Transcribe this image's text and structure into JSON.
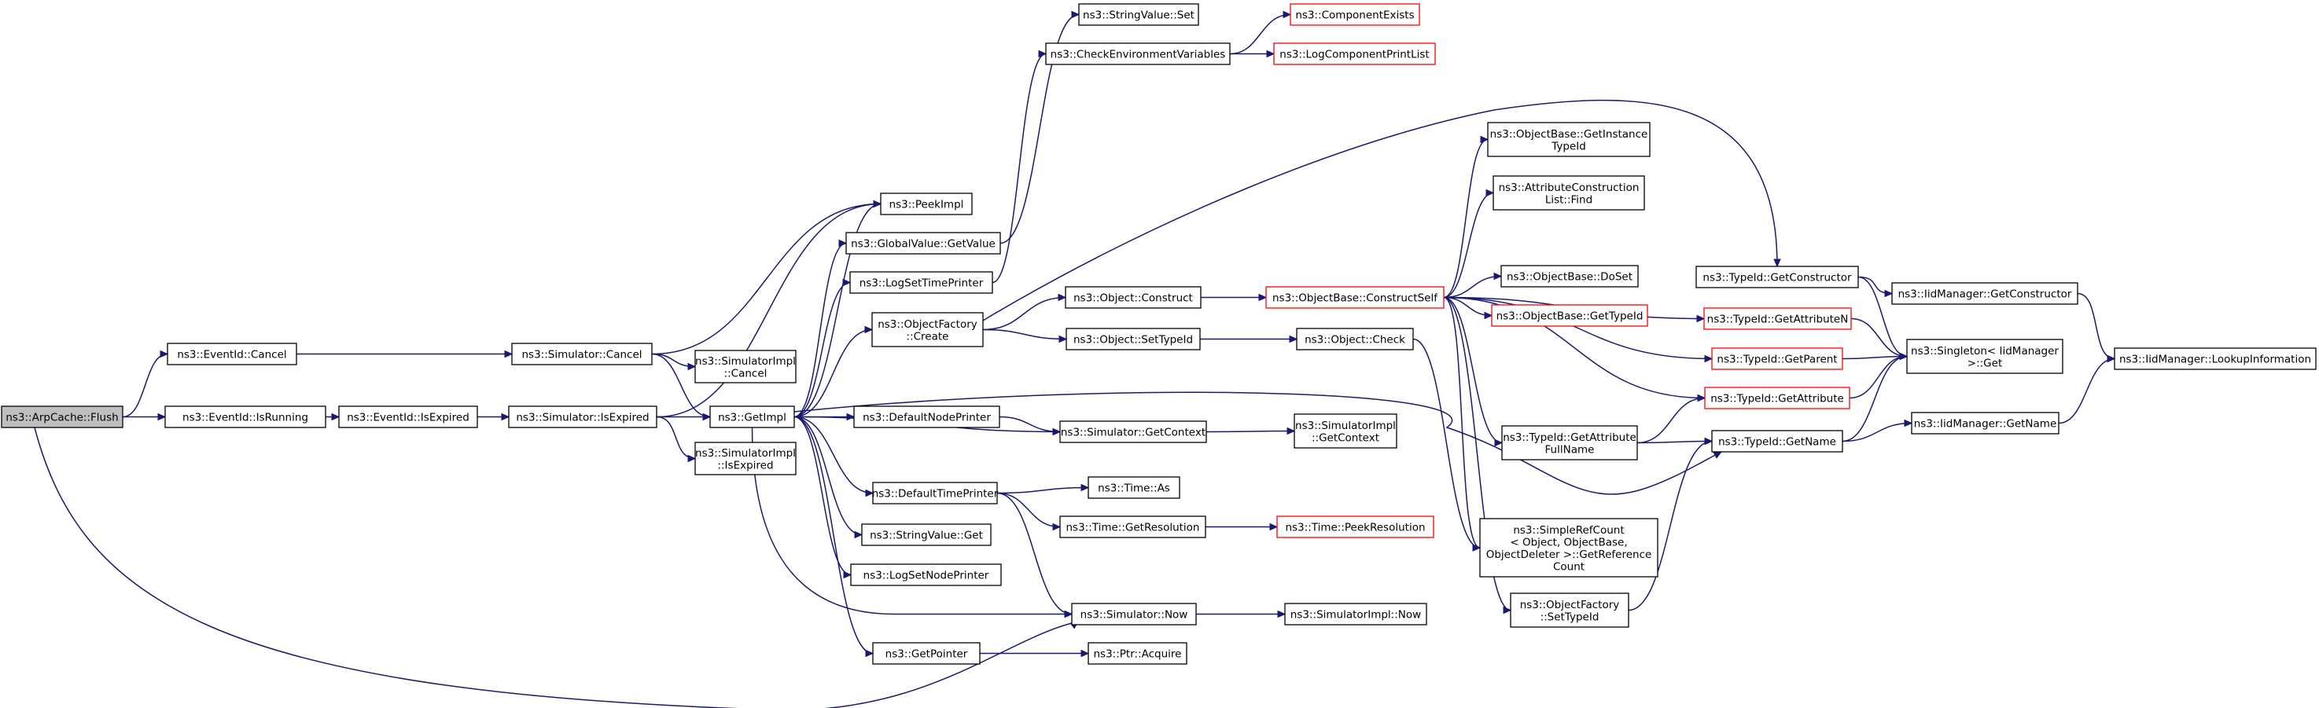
{
  "graph": {
    "nodes": [
      {
        "id": "flush",
        "lines": [
          "ns3::ArpCache::Flush"
        ],
        "style": "root"
      },
      {
        "id": "cancel",
        "lines": [
          "ns3::EventId::Cancel"
        ],
        "style": "normal"
      },
      {
        "id": "isrunning",
        "lines": [
          "ns3::EventId::IsRunning"
        ],
        "style": "normal"
      },
      {
        "id": "isexpired",
        "lines": [
          "ns3::EventId::IsExpired"
        ],
        "style": "normal"
      },
      {
        "id": "simcancel",
        "lines": [
          "ns3::Simulator::Cancel"
        ],
        "style": "normal"
      },
      {
        "id": "simisexpired",
        "lines": [
          "ns3::Simulator::IsExpired"
        ],
        "style": "normal"
      },
      {
        "id": "simimplcancel",
        "lines": [
          "ns3::SimulatorImpl",
          "::Cancel"
        ],
        "style": "normal"
      },
      {
        "id": "getimpl",
        "lines": [
          "ns3::GetImpl"
        ],
        "style": "normal"
      },
      {
        "id": "simimplisexpired",
        "lines": [
          "ns3::SimulatorImpl",
          "::IsExpired"
        ],
        "style": "normal"
      },
      {
        "id": "peekimpl",
        "lines": [
          "ns3::PeekImpl"
        ],
        "style": "normal"
      },
      {
        "id": "globalvalue",
        "lines": [
          "ns3::GlobalValue::GetValue"
        ],
        "style": "normal"
      },
      {
        "id": "logsettimeprinter",
        "lines": [
          "ns3::LogSetTimePrinter"
        ],
        "style": "normal"
      },
      {
        "id": "objfactorycreate",
        "lines": [
          "ns3::ObjectFactory",
          "::Create"
        ],
        "style": "normal"
      },
      {
        "id": "defaultnodeprinter",
        "lines": [
          "ns3::DefaultNodePrinter"
        ],
        "style": "normal"
      },
      {
        "id": "defaulttimeprinter",
        "lines": [
          "ns3::DefaultTimePrinter"
        ],
        "style": "normal"
      },
      {
        "id": "stringvalueget",
        "lines": [
          "ns3::StringValue::Get"
        ],
        "style": "normal"
      },
      {
        "id": "logsetnodeprinter",
        "lines": [
          "ns3::LogSetNodePrinter"
        ],
        "style": "normal"
      },
      {
        "id": "getpointer",
        "lines": [
          "ns3::GetPointer"
        ],
        "style": "normal"
      },
      {
        "id": "stringvalueset",
        "lines": [
          "ns3::StringValue::Set"
        ],
        "style": "normal"
      },
      {
        "id": "checkenv",
        "lines": [
          "ns3::CheckEnvironmentVariables"
        ],
        "style": "normal"
      },
      {
        "id": "componentexists",
        "lines": [
          "ns3::ComponentExists"
        ],
        "style": "red"
      },
      {
        "id": "logcomponentprintlist",
        "lines": [
          "ns3::LogComponentPrintList"
        ],
        "style": "red"
      },
      {
        "id": "objectconstruct",
        "lines": [
          "ns3::Object::Construct"
        ],
        "style": "normal"
      },
      {
        "id": "objectsettypeid",
        "lines": [
          "ns3::Object::SetTypeId"
        ],
        "style": "normal"
      },
      {
        "id": "simgetcontext",
        "lines": [
          "ns3::Simulator::GetContext"
        ],
        "style": "normal"
      },
      {
        "id": "timeas",
        "lines": [
          "ns3::Time::As"
        ],
        "style": "normal"
      },
      {
        "id": "timegetresolution",
        "lines": [
          "ns3::Time::GetResolution"
        ],
        "style": "normal"
      },
      {
        "id": "simnow",
        "lines": [
          "ns3::Simulator::Now"
        ],
        "style": "normal"
      },
      {
        "id": "ptracquire",
        "lines": [
          "ns3::Ptr::Acquire"
        ],
        "style": "normal"
      },
      {
        "id": "constructself",
        "lines": [
          "ns3::ObjectBase::ConstructSelf"
        ],
        "style": "red"
      },
      {
        "id": "objectcheck",
        "lines": [
          "ns3::Object::Check"
        ],
        "style": "normal"
      },
      {
        "id": "simimplgetcontext",
        "lines": [
          "ns3::SimulatorImpl",
          "::GetContext"
        ],
        "style": "normal"
      },
      {
        "id": "timepeekresolution",
        "lines": [
          "ns3::Time::PeekResolution"
        ],
        "style": "red"
      },
      {
        "id": "simimplnow",
        "lines": [
          "ns3::SimulatorImpl::Now"
        ],
        "style": "normal"
      },
      {
        "id": "getinstancetypeid",
        "lines": [
          "ns3::ObjectBase::GetInstance",
          "TypeId"
        ],
        "style": "normal"
      },
      {
        "id": "attrconstructionfind",
        "lines": [
          "ns3::AttributeConstruction",
          "List::Find"
        ],
        "style": "normal"
      },
      {
        "id": "doset",
        "lines": [
          "ns3::ObjectBase::DoSet"
        ],
        "style": "normal"
      },
      {
        "id": "objbasegettypeid",
        "lines": [
          "ns3::ObjectBase::GetTypeId"
        ],
        "style": "red"
      },
      {
        "id": "getattributefullname",
        "lines": [
          "ns3::TypeId::GetAttribute",
          "FullName"
        ],
        "style": "normal"
      },
      {
        "id": "simplerefcount",
        "lines": [
          "ns3::SimpleRefCount",
          "< Object, ObjectBase,",
          " ObjectDeleter >::GetReference",
          "Count"
        ],
        "style": "normal"
      },
      {
        "id": "objfactorysettypeid",
        "lines": [
          "ns3::ObjectFactory",
          "::SetTypeId"
        ],
        "style": "normal"
      },
      {
        "id": "typeidgetconstructor",
        "lines": [
          "ns3::TypeId::GetConstructor"
        ],
        "style": "normal"
      },
      {
        "id": "typeidgetattributen",
        "lines": [
          "ns3::TypeId::GetAttributeN"
        ],
        "style": "red"
      },
      {
        "id": "typeidgetparent",
        "lines": [
          "ns3::TypeId::GetParent"
        ],
        "style": "red"
      },
      {
        "id": "typeidgetattribute",
        "lines": [
          "ns3::TypeId::GetAttribute"
        ],
        "style": "red"
      },
      {
        "id": "typeidgetname",
        "lines": [
          "ns3::TypeId::GetName"
        ],
        "style": "normal"
      },
      {
        "id": "iidgetconstructor",
        "lines": [
          "ns3::IidManager::GetConstructor"
        ],
        "style": "normal"
      },
      {
        "id": "singletonget",
        "lines": [
          "ns3::Singleton< IidManager",
          " >::Get"
        ],
        "style": "normal"
      },
      {
        "id": "iidgetname",
        "lines": [
          "ns3::IidManager::GetName"
        ],
        "style": "normal"
      },
      {
        "id": "lookupinformation",
        "lines": [
          "ns3::IidManager::LookupInformation"
        ],
        "style": "normal"
      }
    ]
  }
}
